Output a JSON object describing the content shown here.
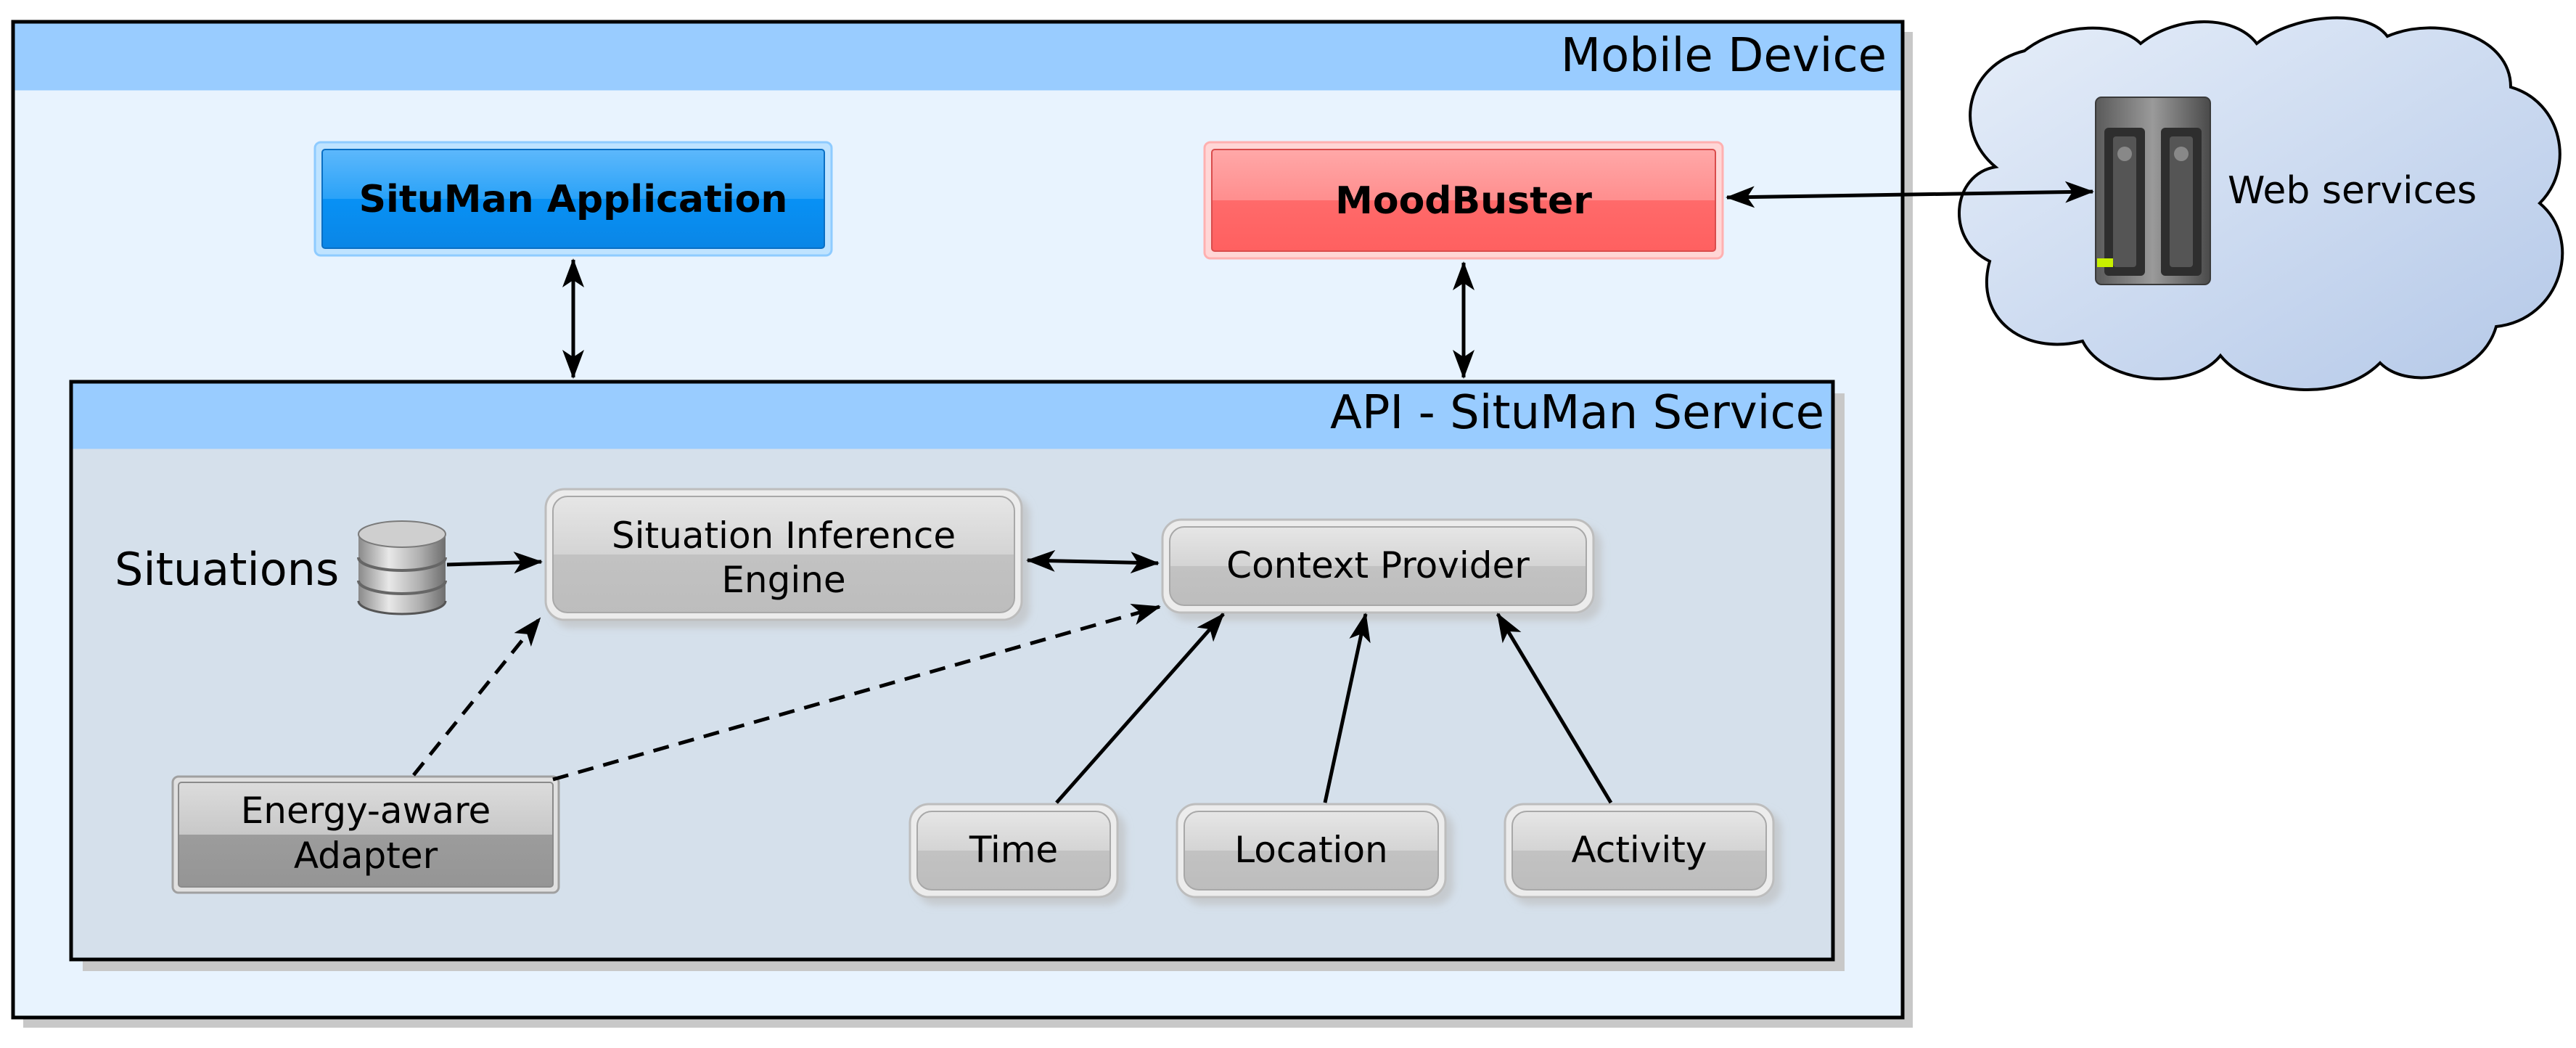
{
  "mobile_device": {
    "title": "Mobile Device"
  },
  "web_services": {
    "label": "Web services"
  },
  "apps": {
    "situman_application": "SituMan Application",
    "moodbuster": "MoodBuster"
  },
  "service": {
    "title": "API - SituMan Service",
    "situations_label": "Situations",
    "inference_engine": [
      "Situation Inference",
      "Engine"
    ],
    "context_provider": "Context Provider",
    "energy_adapter": [
      "Energy-aware",
      "Adapter"
    ],
    "sensors": {
      "time": "Time",
      "location": "Location",
      "activity": "Activity"
    }
  },
  "colors": {
    "mobile_header": "#99ccff",
    "mobile_body": "#e8f3fe",
    "service_body": "#d5e0eb",
    "situman_app": "#0891f5",
    "moodbuster": "#ff6a6a",
    "cloud": "#c8d6ec"
  }
}
